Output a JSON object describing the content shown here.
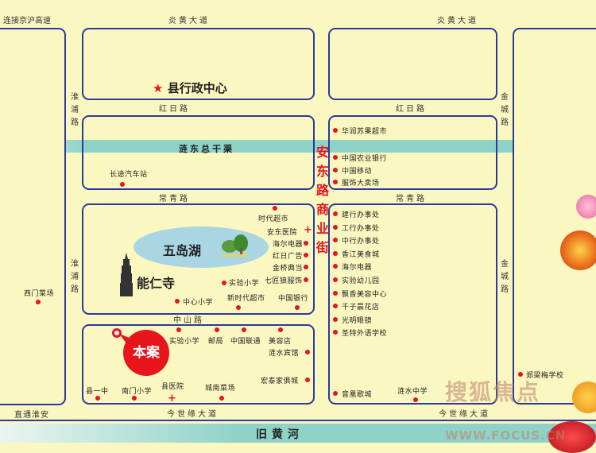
{
  "roads": {
    "yanhuang_left": "炎黄大道",
    "yanhuang_right": "炎黄大道",
    "hongri_left": "红日路",
    "hongri_right": "红日路",
    "changqing_left": "常青路",
    "changqing_right": "常青路",
    "zhongshan": "中山路",
    "jinshiyuan": "今世缘大道",
    "jinshiyuan_right": "今世缘大道",
    "huaipu_top": "淮浦路",
    "huaipu_bottom": "淮浦路",
    "jincheng_top": "金城路",
    "jincheng_bottom": "金城路",
    "to_jinghu": "连接京沪高速",
    "to_huaian": "直通淮安"
  },
  "water": {
    "canal": "涟东总干渠",
    "river": "旧黄河",
    "lake": "五岛湖"
  },
  "landmarks": {
    "county_gov": "县行政中心",
    "temple": "能仁寺",
    "project": "本案",
    "commercial_street": "安东路商业街"
  },
  "pois": {
    "west_market": "西门菜场",
    "bus_station": "长途汽车站",
    "block_c": [
      "时代超市",
      "安东医院",
      "海尔电器",
      "红日广告",
      "金桥典当",
      "七匠狼服饰",
      "实验小学",
      "新时代超市",
      "中国银行",
      "中心小学"
    ],
    "block_d_top": [
      "实验小学",
      "邮局",
      "中国联通",
      "美容店"
    ],
    "block_d_right": [
      "涟水宾馆",
      "宏泰家俱城"
    ],
    "block_d_bottom": [
      "县一中",
      "南门小学",
      "县医院",
      "城南菜场"
    ],
    "right_mid": [
      "华润苏果超市",
      "中国农业银行",
      "中国移动",
      "服饰大卖场"
    ],
    "right_low": [
      "建行办事处",
      "工行办事处",
      "中行办事处",
      "香江美食城",
      "海尔电器",
      "实验幼儿园",
      "飘香美容中心",
      "千子晨花店",
      "光明眼镜",
      "圣特外语学校"
    ],
    "yinhuang": "音凰歌城",
    "lianshui_school": "涟水中学",
    "zhengliangmei": "郑梁梅学校"
  },
  "watermark": {
    "brand": "搜狐焦点",
    "url": "WWW.FOCUS.CN"
  },
  "colors": {
    "road_border": "#2b3a9c",
    "poi_red": "#e8141c",
    "water": "#8fd2c8",
    "background": "#fbf7c0"
  }
}
